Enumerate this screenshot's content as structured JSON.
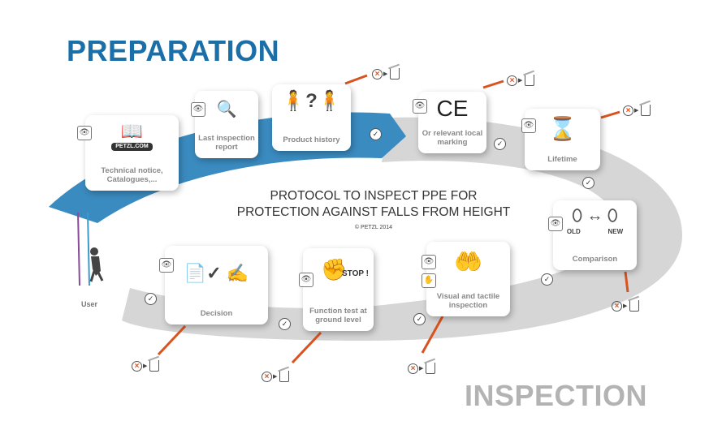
{
  "titles": {
    "preparation": "PREPARATION",
    "inspection": "INSPECTION"
  },
  "protocol": {
    "line1": "PROTOCOL TO INSPECT PPE FOR",
    "line2": "PROTECTION AGAINST FALLS FROM HEIGHT",
    "copyright": "© PETZL 2014"
  },
  "steps": {
    "technical": {
      "label": "Technical notice, Catalogues,...",
      "badge": "PETZL.COM"
    },
    "last_report": {
      "label": "Last inspection report"
    },
    "history": {
      "label": "Product history"
    },
    "ce": {
      "mark": "CE",
      "label": "Or relevant local marking"
    },
    "lifetime": {
      "label": "Lifetime"
    },
    "comparison": {
      "old": "OLD",
      "new": "NEW",
      "label": "Comparison"
    },
    "visual": {
      "label": "Visual and tactile inspection"
    },
    "function": {
      "stop": "STOP !",
      "label": "Function test at ground level"
    },
    "decision": {
      "label": "Decision"
    }
  },
  "user": {
    "label": "User"
  },
  "colors": {
    "blue": "#1a6fa8",
    "orange": "#d9531e",
    "gray": "#b3b3b3"
  }
}
